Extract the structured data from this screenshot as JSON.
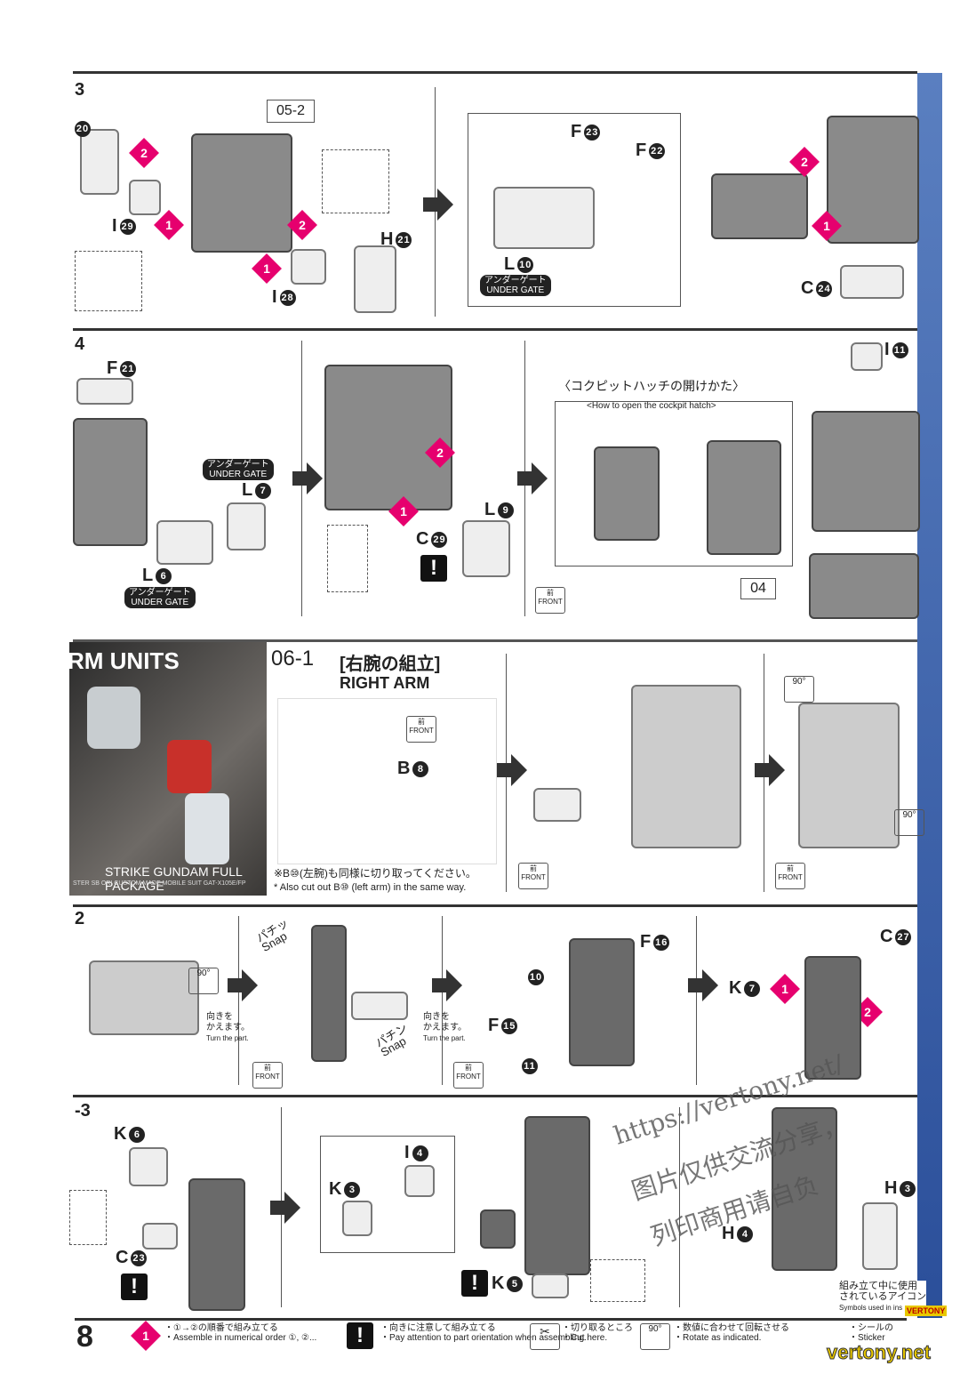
{
  "steps": {
    "s3": "3",
    "s4": "4",
    "s6_1": "06-1",
    "s6_2": "2",
    "s6_3": "-3"
  },
  "labels": {
    "p05_2": "05-2",
    "p04": "04",
    "under_gate_jp": "アンダーゲート",
    "under_gate_en": "UNDER GATE",
    "arm_units": "RM UNITS",
    "right_arm_jp": "[右腕の組立]",
    "right_arm_en": "RIGHT ARM",
    "cockpit_jp": "〈コクピットハッチの開けかた〉",
    "cockpit_en": "<How to open the cockpit hatch>",
    "b10_note_jp": "※B⑩(左腕)も同様に切り取ってください。",
    "b10_note_en": "* Also cut out B⑩ (left arm) in the same way.",
    "strike_title": "STRIKE GUNDAM FULL PACKAGE",
    "strike_sub": "STER SB ORI CUSTOM MADE MOBILE SUIT GAT-X105E/FP",
    "turn_jp_1": "向きを",
    "turn_jp_2": "かえます。",
    "turn_en": "Turn the part.",
    "snap_jp": "パチッ",
    "snap_en": "Snap",
    "snap_jp2": "パチン",
    "front_jp": "前",
    "front_en": "FRONT",
    "deg90": "90°"
  },
  "parts": {
    "s3_a": "20",
    "s3_i29": "I",
    "s3_i29n": "29",
    "s3_h21": "H",
    "s3_h21n": "21",
    "s3_i28": "I",
    "s3_i28n": "28",
    "s3_f23": "F",
    "s3_f23n": "23",
    "s3_f22": "F",
    "s3_f22n": "22",
    "s3_l10": "L",
    "s3_l10n": "10",
    "s3_c24": "C",
    "s3_c24n": "24",
    "s4_f21": "F",
    "s4_f21n": "21",
    "s4_l7": "L",
    "s4_l7n": "7",
    "s4_l6": "L",
    "s4_l6n": "6",
    "s4_l9": "L",
    "s4_l9n": "9",
    "s4_c29": "C",
    "s4_c29n": "29",
    "s4_i11": "I",
    "s4_i11n": "11",
    "s61_b8": "B",
    "s61_b8n": "8",
    "s62_f16": "F",
    "s62_f16n": "16",
    "s62_f15": "F",
    "s62_f15n": "15",
    "s62_10": "10",
    "s62_11": "11",
    "s62_c27": "C",
    "s62_c27n": "27",
    "s62_k7": "K",
    "s62_k7n": "7",
    "s63_k6": "K",
    "s63_k6n": "6",
    "s63_c23": "C",
    "s63_c23n": "23",
    "s63_i4": "I",
    "s63_i4n": "4",
    "s63_k3": "K",
    "s63_k3n": "3",
    "s63_k5": "K",
    "s63_k5n": "5",
    "s63_h3": "H",
    "s63_h3n": "3",
    "s63_h4": "H",
    "s63_h4n": "4"
  },
  "footer": {
    "page": "8",
    "legend1_jp": "・①→②の順番で組み立てる",
    "legend1_en": "・Assemble in numerical order ①, ②...",
    "legend2_jp": "・向きに注意して組み立てる",
    "legend2_en": "・Pay attention to part orientation when assembling.",
    "legend3_jp": "・切り取るところ",
    "legend3_en": "・Cut here.",
    "legend4_jp": "・数値に合わせて回転させる",
    "legend4_en": "・Rotate as indicated.",
    "legend5_jp": "・シールの",
    "legend5_en": "・Sticker",
    "icons_jp_1": "組み立て中に使用",
    "icons_jp_2": "されているアイコン",
    "icons_en": "Symbols used in ins",
    "brand": "VERTONY",
    "site": "vertony.net"
  },
  "watermark": {
    "line1": "https://vertony.net/",
    "line2": "图片仅供交流分享，",
    "line3": "列印商用请自负"
  }
}
